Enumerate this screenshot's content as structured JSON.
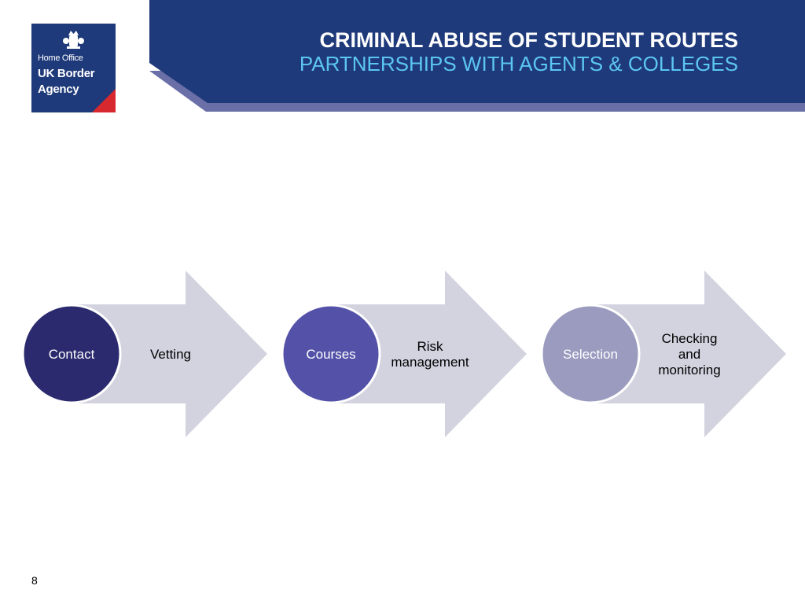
{
  "header": {
    "title": "CRIMINAL ABUSE OF STUDENT ROUTES",
    "subtitle": "PARTNERSHIPS WITH AGENTS & COLLEGES",
    "colors": {
      "banner": "#1f3a7a",
      "accent_strip": "#6b6fa8",
      "subtitle": "#5cc6f2"
    }
  },
  "logo": {
    "department": "Home Office",
    "agency_line1": "UK Border",
    "agency_line2": "Agency",
    "icon": "royal-crest-icon",
    "colors": {
      "background": "#1f3a7a",
      "corner": "#d6282e"
    }
  },
  "process": {
    "steps": [
      {
        "circle_label": "Contact",
        "arrow_lines": [
          "Vetting"
        ],
        "circle_color": "#2b2a6e"
      },
      {
        "circle_label": "Courses",
        "arrow_lines": [
          "Risk",
          "management"
        ],
        "circle_color": "#5352a8"
      },
      {
        "circle_label": "Selection",
        "arrow_lines": [
          "Checking",
          "and",
          "monitoring"
        ],
        "circle_color": "#9a9bbf"
      }
    ],
    "arrow_color": "#d3d3e0"
  },
  "footer": {
    "page_number": "8"
  }
}
